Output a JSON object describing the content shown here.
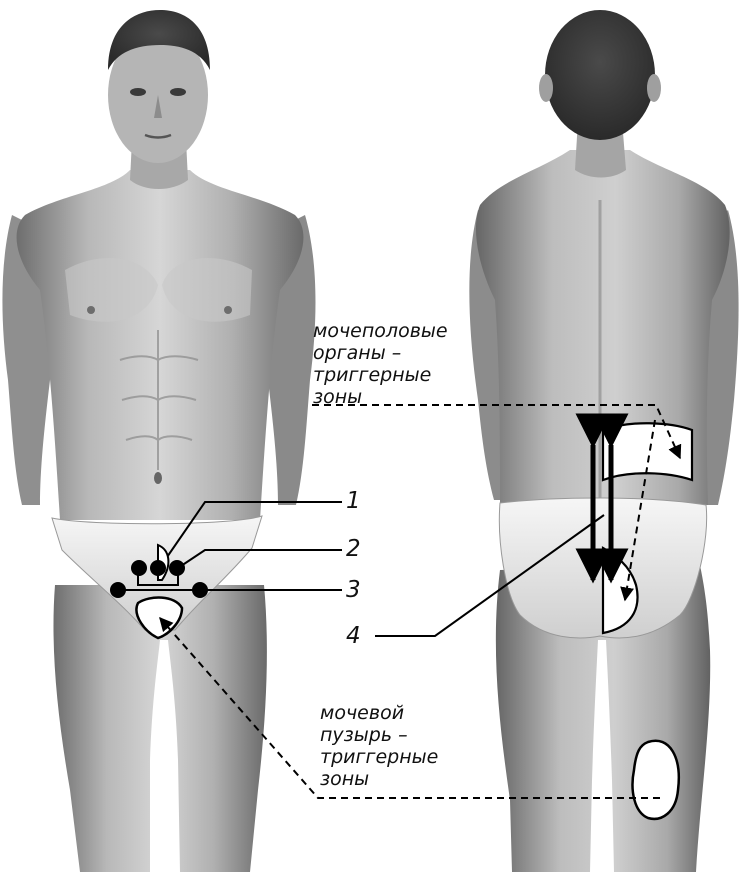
{
  "labels": {
    "genital_zones": [
      "мочеполовые",
      "органы –",
      "триггерные",
      "зоны"
    ],
    "bladder_zones": [
      "мочевой",
      "пузырь –",
      "триггерные",
      "зоны"
    ]
  },
  "numbers": {
    "n1": "1",
    "n2": "2",
    "n3": "3",
    "n4": "4"
  },
  "colors": {
    "skin_light": "#d9d9d9",
    "skin_mid": "#9a9a9a",
    "skin_dark": "#555555",
    "shorts": "#eeeeee",
    "line": "#000000",
    "background": "#ffffff"
  }
}
